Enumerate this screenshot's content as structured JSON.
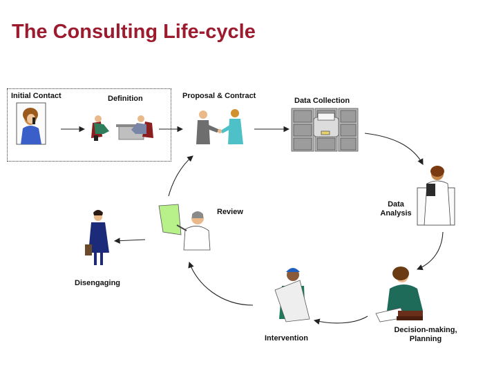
{
  "title": "The Consulting Life-cycle",
  "stages": {
    "initial_contact": "Initial Contact",
    "definition": "Definition",
    "proposal": "Proposal & Contract",
    "data_collection": "Data Collection",
    "data_analysis_line1": "Data",
    "data_analysis_line2": "Analysis",
    "decision_line1": "Decision-making,",
    "decision_line2": "Planning",
    "intervention": "Intervention",
    "review": "Review",
    "disengaging": "Disengaging"
  },
  "colors": {
    "title": "#9c1b2e",
    "arrow": "#222222"
  },
  "icons": [
    "woman-phone-icon",
    "meeting-desk-icon",
    "handshake-icon",
    "filing-cabinets-icon",
    "doctor-clipboard-icon",
    "woman-writing-icon",
    "worker-blueprint-icon",
    "presenter-board-icon",
    "businesswoman-briefcase-icon"
  ]
}
